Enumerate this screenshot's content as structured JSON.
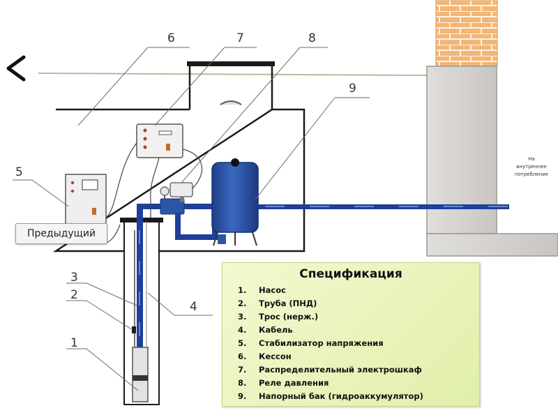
{
  "nav": {
    "prev_label": "Предыдущий"
  },
  "callouts": [
    "1",
    "2",
    "3",
    "4",
    "5",
    "6",
    "7",
    "8",
    "9"
  ],
  "house_note": [
    "На",
    "внутреннее",
    "потребление"
  ],
  "spec": {
    "title": "Спецификация",
    "items": [
      {
        "num": "1.",
        "text": "Насос"
      },
      {
        "num": "2.",
        "text": "Труба (ПНД)"
      },
      {
        "num": "3.",
        "text": "Трос (нерж.)"
      },
      {
        "num": "4.",
        "text": "Кабель"
      },
      {
        "num": "5.",
        "text": "Стабилизатор напряжения"
      },
      {
        "num": "6.",
        "text": "Кессон"
      },
      {
        "num": "7.",
        "text": "Распределительный электрошкаф"
      },
      {
        "num": "8.",
        "text": "Реле давления"
      },
      {
        "num": "9.",
        "text": "Напорный бак (гидроаккумулятор)"
      }
    ]
  },
  "colors": {
    "pipe": "#1f3f9a",
    "tank": "#2b55a8",
    "brick": "#f0b071",
    "wall": "#d8d6d3",
    "spec_bg": "#e8f4bb"
  }
}
